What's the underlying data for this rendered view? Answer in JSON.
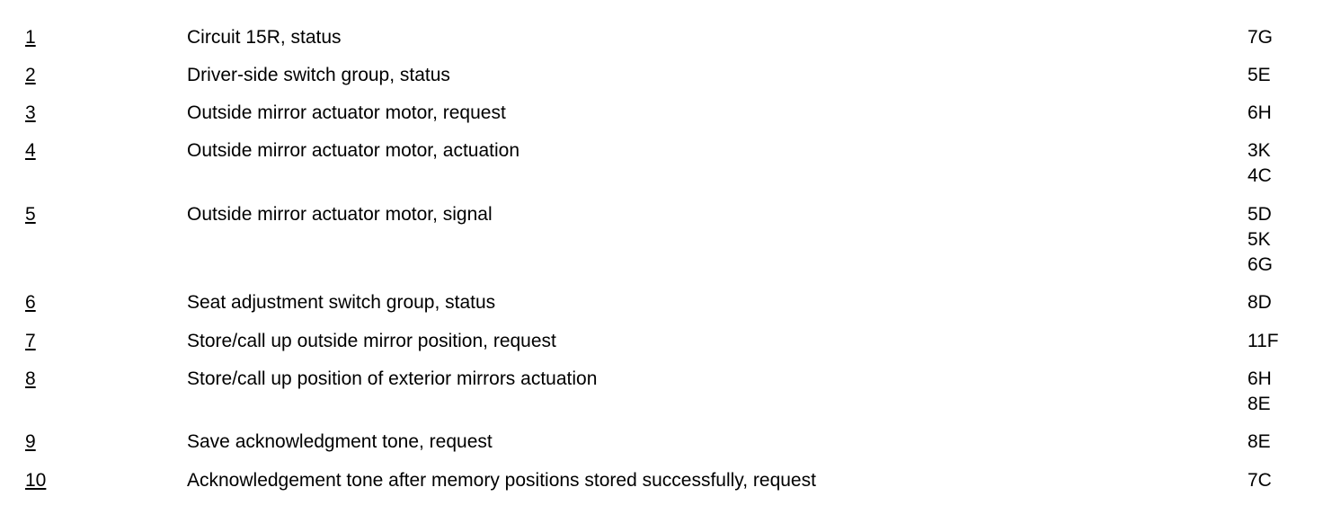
{
  "legend": {
    "rows": [
      {
        "num": "1",
        "desc": "Circuit 15R, status",
        "refs": [
          "7G"
        ]
      },
      {
        "num": "2",
        "desc": "Driver-side switch group, status",
        "refs": [
          "5E"
        ]
      },
      {
        "num": "3",
        "desc": "Outside mirror actuator motor, request",
        "refs": [
          "6H"
        ]
      },
      {
        "num": "4",
        "desc": "Outside mirror actuator motor, actuation",
        "refs": [
          "3K",
          "4C"
        ]
      },
      {
        "num": "5",
        "desc": "Outside mirror actuator motor, signal",
        "refs": [
          "5D",
          "5K",
          "6G"
        ]
      },
      {
        "num": "6",
        "desc": "Seat adjustment switch group, status",
        "refs": [
          "8D"
        ]
      },
      {
        "num": "7",
        "desc": "Store/call up outside mirror position, request",
        "refs": [
          "11F"
        ]
      },
      {
        "num": "8",
        "desc": "Store/call up position of exterior mirrors actuation",
        "refs": [
          "6H",
          "8E"
        ]
      },
      {
        "num": "9",
        "desc": "Save acknowledgment tone, request",
        "refs": [
          "8E"
        ]
      },
      {
        "num": "10",
        "desc": "Acknowledgement tone after memory positions stored successfully, request",
        "refs": [
          "7C"
        ]
      }
    ]
  }
}
